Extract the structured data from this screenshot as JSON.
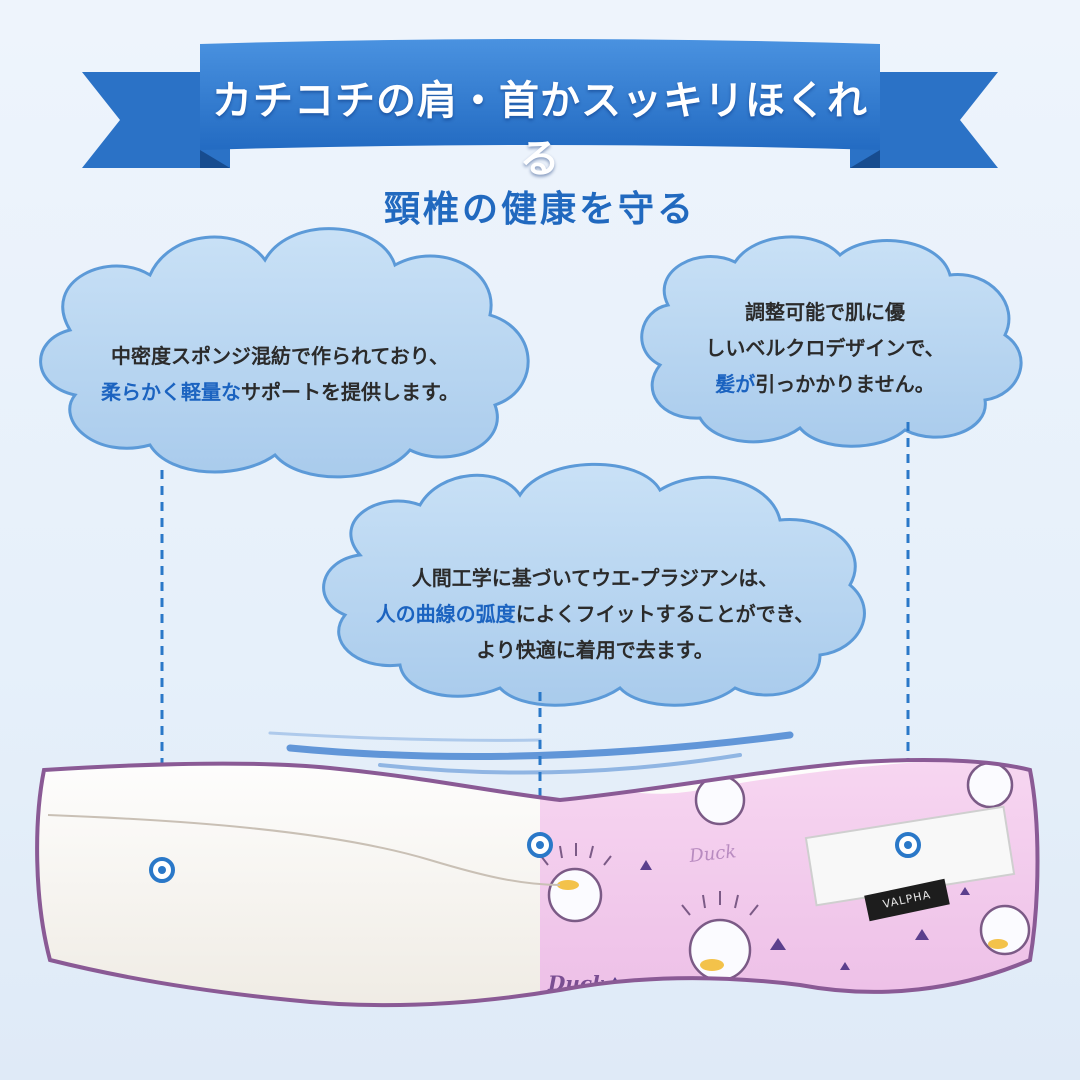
{
  "banner": {
    "text": "カチコチの肩・首かスッキリほくれる"
  },
  "subtitle": "頸椎の健康を守る",
  "clouds": {
    "left": {
      "line1": "中密度スポンジ混紡で作られており、",
      "line2_highlight": "柔らかく軽量な",
      "line2_rest": "サポートを提供します。"
    },
    "right": {
      "line1": "調整可能で肌に優",
      "line2": "しいベルクロデザインで、",
      "line3_highlight": "髪が",
      "line3_rest": "引っかかりません。"
    },
    "center": {
      "line1": "人間工学に基づいてウエ-プラジアンは、",
      "line2_highlight": "人の曲線の弧度",
      "line2_rest": "によくフイットすることができ、",
      "line3": "より快適に着用で去ます。"
    }
  },
  "product": {
    "brand_tag": "VALPHA",
    "print_text": "Duck",
    "colors": {
      "foam": "#f6f3ec",
      "fabric": "#f0c6ea",
      "outline": "#8a5a95",
      "accent": "#2a5fa8"
    }
  },
  "colors": {
    "banner": "#2f7ad0",
    "banner_dark": "#1f5aa6",
    "subtitle": "#2169bf",
    "cloud": "#b6d4f0",
    "cloud_edge": "#5c9ad8",
    "leader": "#2a78c8"
  }
}
